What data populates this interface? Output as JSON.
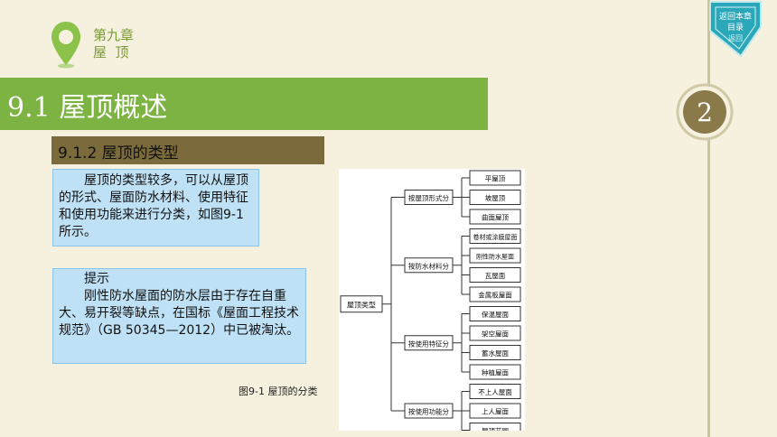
{
  "chapter": {
    "line1": "第九章",
    "line2": "屋  顶"
  },
  "title": "9.1  屋顶概述",
  "subtitle": "9.1.2  屋顶的类型",
  "intro_text": "屋顶的类型较多，可以从屋顶的形式、屋面防水材料、使用特征和使用功能来进行分类，如图9-1所示。",
  "tip": {
    "heading": "提示",
    "body": "刚性防水屋面的防水层由于存在自重大、易开裂等缺点，在国标《屋面工程技术规范》（GB 50345—2012）中已被淘汰。"
  },
  "figure_caption": "图9-1  屋顶的分类",
  "page_number": "2",
  "return_badge": {
    "line1": "返回本章",
    "line2": "目录",
    "line3": "返回"
  },
  "diagram": {
    "root": "屋顶类型",
    "groups": [
      {
        "label": "按屋顶形式分",
        "items": [
          "平屋顶",
          "坡屋顶",
          "曲面屋顶"
        ]
      },
      {
        "label": "按防水材料分",
        "items": [
          "卷材或涂膜屋面",
          "刚性防水屋面",
          "瓦屋面",
          "金属板屋面"
        ]
      },
      {
        "label": "按使用特征分",
        "items": [
          "保温屋面",
          "架空屋面",
          "蓄水屋面",
          "种植屋面"
        ]
      },
      {
        "label": "按使用功能分",
        "items": [
          "不上人屋面",
          "上人屋面",
          "屋顶花园"
        ]
      }
    ]
  },
  "colors": {
    "accent_green": "#7cb342",
    "subtitle_brown": "#7b6a3c",
    "box_blue": "#bfe1f6",
    "page_circle": "#8a7a4a",
    "badge_teal": "#2aa7b8"
  }
}
